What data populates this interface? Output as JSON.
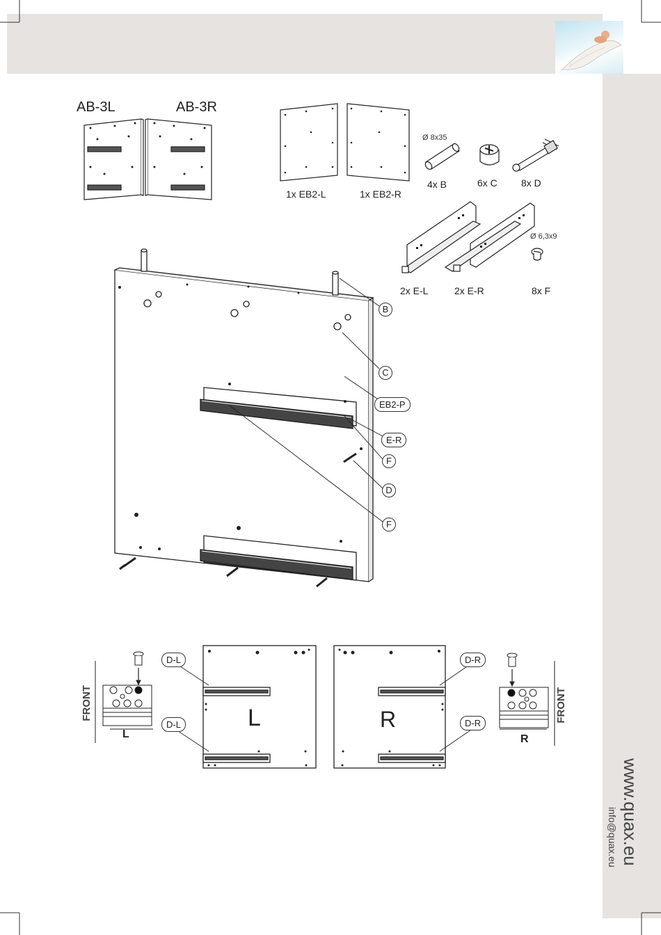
{
  "header": {
    "brand_image": "angel-wings-photo"
  },
  "top_panels": {
    "left_label": "AB-3L",
    "right_label": "AB-3R"
  },
  "back_panels": {
    "left_caption": "1x EB2-L",
    "right_caption": "1x EB2-R"
  },
  "hardware": {
    "dowel_spec": "Ø 8x35",
    "dowel_caption": "4x B",
    "cam_caption": "6x C",
    "bolt_caption": "8x D",
    "runner_left_caption": "2x E-L",
    "runner_right_caption": "2x E-R",
    "screw_spec": "Ø 6,3x9",
    "screw_caption": "8x F"
  },
  "main_callouts": {
    "b": "B",
    "c": "C",
    "panel": "EB2-P",
    "runner": "E-R",
    "f1": "F",
    "d": "D",
    "f2": "F"
  },
  "bottom": {
    "front_left": "FRONT",
    "left_small": "L",
    "callout_dl_top": "D-L",
    "callout_dl_bottom": "D-L",
    "panel_l": "L",
    "panel_r": "R",
    "callout_dr_top": "D-R",
    "callout_dr_bottom": "D-R",
    "front_right": "FRONT",
    "right_small": "R"
  },
  "footer": {
    "website": "www.quax.eu",
    "email": "info@quax.eu"
  }
}
